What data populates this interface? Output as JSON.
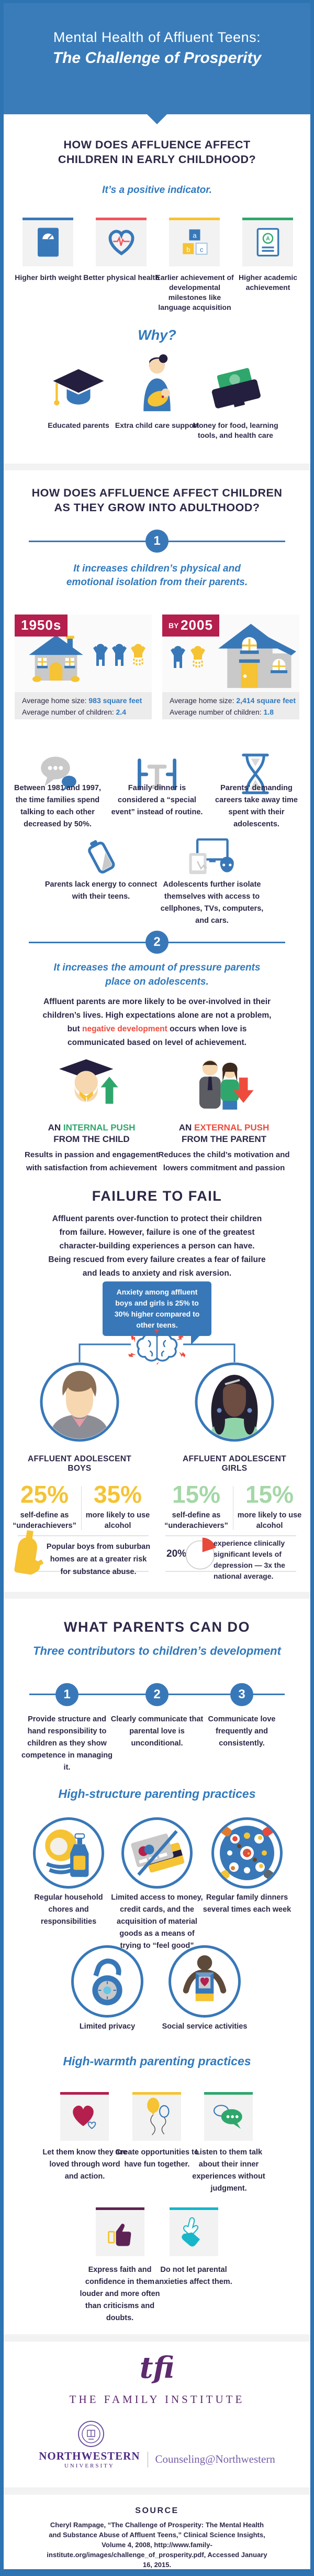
{
  "header": {
    "title_line1": "Mental Health of Affluent Teens:",
    "title_line2": "The Challenge of Prosperity"
  },
  "colors": {
    "frame_blue": "#2e73b2",
    "header_blue": "#3a7cba",
    "primary_blue": "#3878b8",
    "subtitle_blue": "#3079be",
    "navy_text": "#2e2747",
    "crimson": "#b41f4e",
    "red_accent": "#ef4b3c",
    "yellow": "#f5c333",
    "green": "#2fa76c",
    "light_green": "#a5d7a7",
    "purple": "#5d2a6e",
    "cyan": "#19b5c8",
    "card_gray": "#f2f2f2"
  },
  "section1": {
    "heading_line1": "HOW DOES AFFLUENCE AFFECT",
    "heading_line2": "CHILDREN IN EARLY CHILDHOOD?",
    "subtitle": "It’s a positive indicator.",
    "indicators": [
      {
        "icon": "scale-icon",
        "bar_color": "#3878b8",
        "label": "Higher birth weight"
      },
      {
        "icon": "heart-health-icon",
        "bar_color": "#f2545b",
        "label": "Better physical health"
      },
      {
        "icon": "abc-blocks-icon",
        "bar_color": "#f5c333",
        "label": "Earlier achievement of developmental milestones like language acquisition"
      },
      {
        "icon": "report-card-icon",
        "bar_color": "#2fa76c",
        "label": "Higher academic achievement"
      }
    ],
    "why_title": "Why?",
    "why_items": [
      {
        "icon": "graduation-cap-icon",
        "label": "Educated parents"
      },
      {
        "icon": "mother-child-icon",
        "label": "Extra child care support"
      },
      {
        "icon": "wallet-icon",
        "label": "Money for food, learning tools, and health care"
      }
    ]
  },
  "section2": {
    "heading_line1": "HOW DOES AFFLUENCE AFFECT CHILDREN",
    "heading_line2": "AS THEY GROW INTO ADULTHOOD?",
    "point1_number": "1",
    "point1_subtitle": "It increases children’s physical and emotional isolation from their parents.",
    "eras": [
      {
        "badge_small": "",
        "badge_big": "1950s",
        "home_label": "Average home size: ",
        "home_value": "983 square feet",
        "children_label": "Average number of children: ",
        "children_value": "2.4"
      },
      {
        "badge_small": "BY ",
        "badge_big": "2005",
        "home_label": "Average home size: ",
        "home_value": "2,414 square feet",
        "children_label": "Average number of children: ",
        "children_value": "1.8"
      }
    ],
    "isolation_facts": [
      {
        "icon": "speech-bubbles-icon",
        "text": "Between 1981 and 1997, the time families spend talking to each other decreased by 50%."
      },
      {
        "icon": "dinner-table-icon",
        "text": "Family dinner is considered a “special event” instead of routine."
      },
      {
        "icon": "hourglass-icon",
        "text": "Parents’ demanding careers take away time spent with their adolescents."
      }
    ],
    "isolation_facts2": [
      {
        "icon": "battery-icon",
        "text": "Parents lack energy to connect with their teens."
      },
      {
        "icon": "devices-icon",
        "text": "Adolescents further isolate themselves with access to cellphones, TVs, computers, and cars."
      }
    ],
    "point2_number": "2",
    "point2_subtitle": "It increases the amount of pressure parents place on adolescents.",
    "pressure_pre": "Affluent parents are more likely to be over-involved in their children’s lives. High expectations alone are not a problem, but ",
    "pressure_highlight": "negative development",
    "pressure_post": " occurs when love is communicated based on level of achievement.",
    "push_internal": {
      "prefix": "AN ",
      "highlight": "INTERNAL PUSH",
      "line2": "FROM THE CHILD",
      "desc": "Results in passion and engagement with satisfaction from achievement"
    },
    "push_external": {
      "prefix": "AN ",
      "highlight": "EXTERNAL PUSH",
      "line2": "FROM THE PARENT",
      "desc": "Reduces the child’s motivation and lowers commitment and passion"
    }
  },
  "failure": {
    "heading": "FAILURE TO FAIL",
    "para_pre": "Affluent parents over-function to protect their children from failure. However, ",
    "para_bold": "failure is one of the greatest character-building experiences a person can have.",
    "para_post": " Being rescued from every failure creates a fear of failure and leads to anxiety and risk aversion.",
    "callout_pre": "Anxiety among affluent boys and girls is ",
    "callout_bold": "25% to 30% higher",
    "callout_post": " compared to other teens.",
    "boys_label": "AFFLUENT ADOLESCENT BOYS",
    "girls_label": "AFFLUENT ADOLESCENT GIRLS",
    "stats": [
      {
        "value": "25%",
        "color": "#f5c333",
        "text": "self-define as “underachievers”"
      },
      {
        "value": "35%",
        "color": "#f5c333",
        "text": "more likely to use alcohol"
      },
      {
        "value": "15%",
        "color": "#a5d7a7",
        "text": "self-define as “underachievers”"
      },
      {
        "value": "15%",
        "color": "#a5d7a7",
        "text": "more likely to use alcohol"
      }
    ],
    "boys_note_pre": "Popular boys from suburban homes are ",
    "boys_note_bold": "at a greater risk for substance abuse.",
    "depression_pct": "20%",
    "depression_pre": "experience clinically significant levels of depression — ",
    "depression_bold": "3x the national average."
  },
  "parents": {
    "heading": "WHAT PARENTS CAN DO",
    "subtitle": "Three contributors to children’s development",
    "contributors": [
      {
        "number": "1",
        "text": "Provide structure and hand responsibility to children as they show competence in managing it."
      },
      {
        "number": "2",
        "text": "Clearly communicate that parental love is unconditional."
      },
      {
        "number": "3",
        "text": "Communicate love frequently and consistently."
      }
    ],
    "high_structure_title": "High-structure parenting practices",
    "high_structure": [
      {
        "icon": "dishes-icon",
        "text": "Regular household chores and responsibilities"
      },
      {
        "icon": "no-credit-card-icon",
        "text": "Limited access to money, credit cards, and the acquisition of material goods as a means of trying to “feel good”"
      },
      {
        "icon": "family-dinner-icon",
        "text": "Regular family dinners several times each week"
      },
      {
        "icon": "padlock-icon",
        "text": "Limited privacy"
      },
      {
        "icon": "volunteer-icon",
        "text": "Social service activities"
      }
    ],
    "high_warmth_title": "High-warmth parenting practices",
    "high_warmth": [
      {
        "icon": "heart-icon",
        "bar_color": "#b41f4e",
        "text": "Let them know they are loved through word and action."
      },
      {
        "icon": "balloons-icon",
        "bar_color": "#f5c333",
        "text": "Create opportunities to have fun together."
      },
      {
        "icon": "chat-bubbles-icon",
        "bar_color": "#2fa76c",
        "text": "Listen to them talk about their inner experiences without judgment."
      },
      {
        "icon": "thumbs-up-icon",
        "bar_color": "#5d2354",
        "text": "Express faith and confidence in them louder and more often than criticisms and doubts."
      },
      {
        "icon": "holding-hands-icon",
        "bar_color": "#19b5c8",
        "text": "Do not let parental anxieties affect them."
      }
    ]
  },
  "footer": {
    "tfi_logo": "tfi",
    "family_institute": "THE FAMILY INSTITUTE",
    "northwestern": "NORTHWESTERN",
    "university": "UNIVERSITY",
    "counseling": "Counseling@Northwestern",
    "source_title": "SOURCE",
    "source_text": "Cheryl Rampage, “The Challenge of Prosperity: The Mental Health and Substance Abuse of Affluent Teens,” Clinical Science Insights, Volume 4, 2008, http://www.family-institute.org/images/challenge_of_prosperity.pdf, Accessed January 16, 2015."
  }
}
